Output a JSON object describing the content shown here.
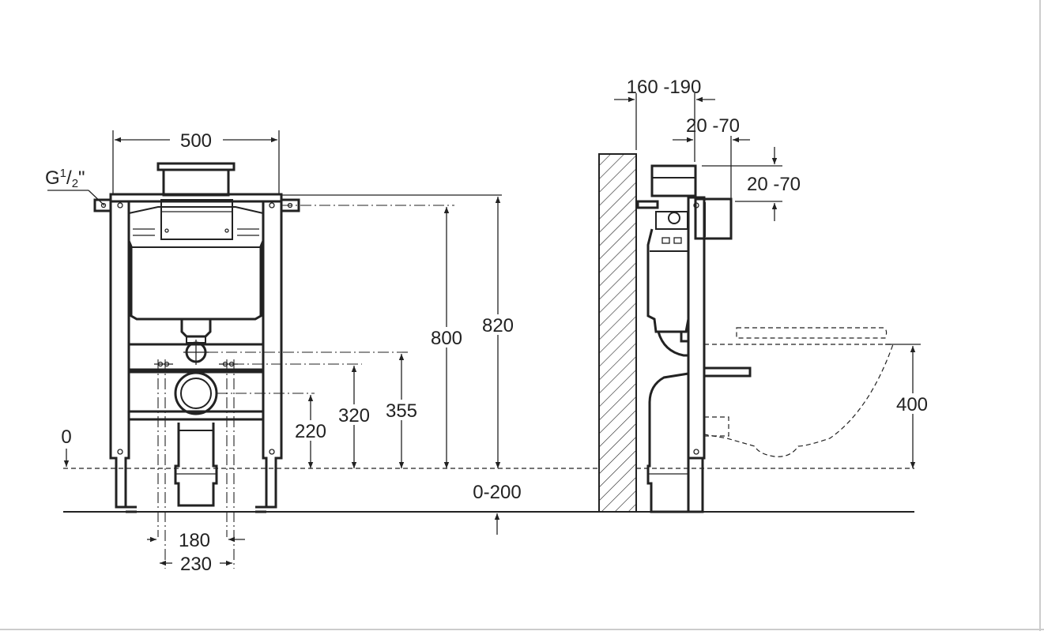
{
  "labels": {
    "width_total": "500",
    "pipe_thread": "G",
    "pipe_thread_num": "1",
    "pipe_thread_slash": "/",
    "pipe_thread_den": "2",
    "pipe_thread_unit": "\"",
    "height_800": "800",
    "height_820": "820",
    "height_355": "355",
    "height_320": "320",
    "height_220": "220",
    "floor_zero": "0",
    "floor_range": "0-200",
    "spacing_180": "180",
    "spacing_230": "230",
    "depth_range": "160 -190",
    "offset_horizontal": "20 -70",
    "offset_vertical": "20 -70",
    "bowl_height": "400"
  },
  "colors": {
    "line": "#222222",
    "background": "#ffffff",
    "frame_border": "#cccccc"
  }
}
